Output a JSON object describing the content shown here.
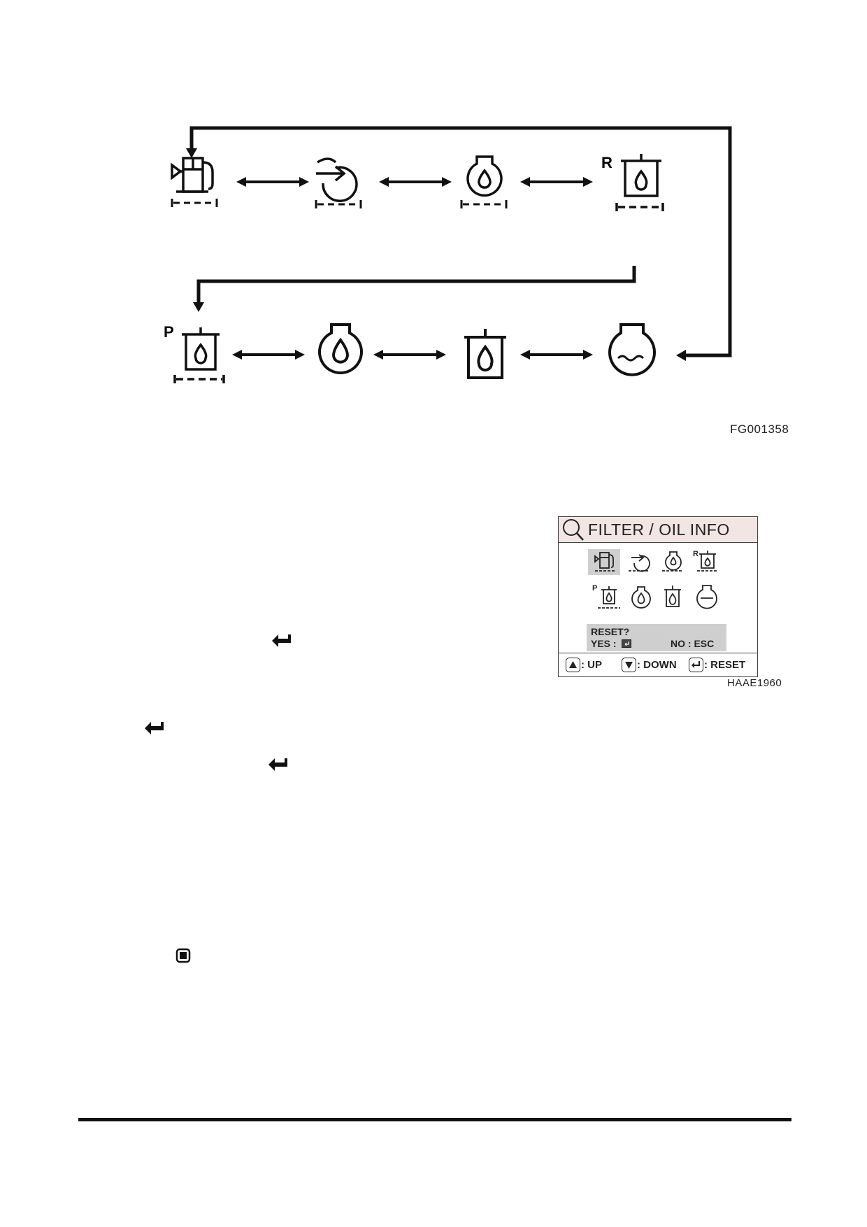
{
  "figure1": {
    "code": "FG001358",
    "label_r": "R",
    "label_p": "P"
  },
  "screen": {
    "title": "FILTER / OIL INFO",
    "reset_prompt": "RESET?",
    "yes_label": "YES :",
    "no_label": "NO : ESC",
    "footer": {
      "up_label": ": UP",
      "down_label": ": DOWN",
      "reset_label": ": RESET"
    },
    "icon_labels": {
      "r": "R",
      "p": "P"
    },
    "code": "HAAE1960"
  },
  "icons": {
    "row1": [
      "fuel-filter-icon",
      "air-filter-icon",
      "engine-oil-icon",
      "return-filter-icon"
    ],
    "row2": [
      "pilot-filter-icon",
      "engine-oil-large-icon",
      "hydraulic-tank-icon",
      "coolant-icon"
    ],
    "inline": [
      "return-key-icon",
      "return-key-icon",
      "return-key-icon",
      "esc-key-icon"
    ]
  },
  "colors": {
    "screen_header_bg": "#f2e6e4",
    "selection_bg": "#cfcfcf"
  }
}
